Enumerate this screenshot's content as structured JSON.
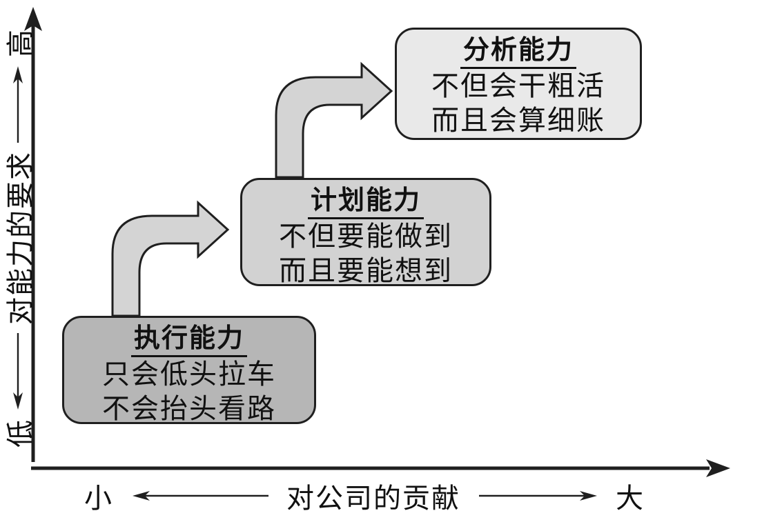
{
  "diagram": {
    "colors": {
      "background": "#ffffff",
      "stroke": "#1f1f1f",
      "text": "#111111",
      "arrow_fill": "#d4d4d4"
    },
    "y_axis": {
      "low_label": "低",
      "title": "对能力的要求",
      "high_label": "高"
    },
    "x_axis": {
      "small_label": "小",
      "title": "对公司的贡献",
      "large_label": "大"
    },
    "steps": [
      {
        "title": "执行能力",
        "line1": "只会低头拉车",
        "line2": "不会抬头看路",
        "fill": "#b6b6b6"
      },
      {
        "title": "计划能力",
        "line1": "不但要能做到",
        "line2": "而且要能想到",
        "fill": "#d2d2d2"
      },
      {
        "title": "分析能力",
        "line1": "不但会干粗活",
        "line2": "而且会算细账",
        "fill": "#e9e9e9"
      }
    ],
    "icons": {
      "step_arrow": "bent-up-right-arrow",
      "axis_arrowhead": "solid-triangle"
    }
  }
}
